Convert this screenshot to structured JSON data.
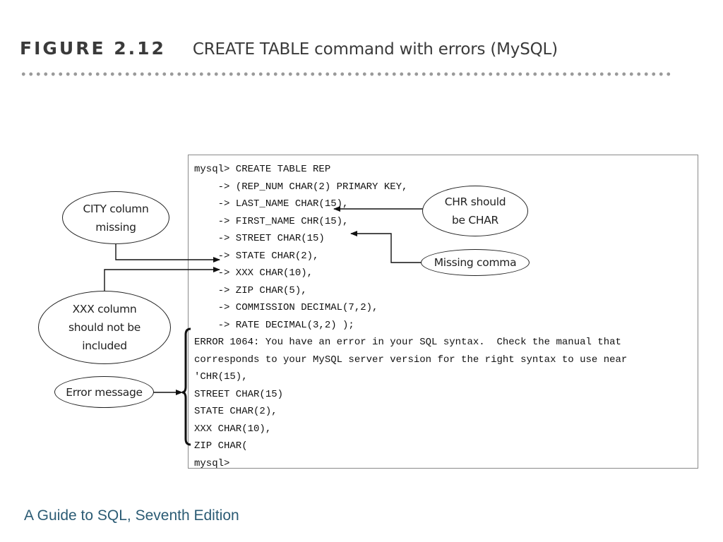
{
  "figure": {
    "number": "FIGURE 2.12",
    "title": "CREATE TABLE command with errors (MySQL)"
  },
  "console_lines": [
    "mysql> CREATE TABLE REP",
    "    -> (REP_NUM CHAR(2) PRIMARY KEY,",
    "    -> LAST_NAME CHAR(15),",
    "    -> FIRST_NAME CHR(15),",
    "    -> STREET CHAR(15)",
    "    -> STATE CHAR(2),",
    "    -> XXX CHAR(10),",
    "    -> ZIP CHAR(5),",
    "    -> COMMISSION DECIMAL(7,2),",
    "    -> RATE DECIMAL(3,2) );",
    "ERROR 1064: You have an error in your SQL syntax.  Check the manual that",
    "corresponds to your MySQL server version for the right syntax to use near",
    "'CHR(15),",
    "STREET CHAR(15)",
    "STATE CHAR(2),",
    "XXX CHAR(10),",
    "ZIP CHAR(",
    "mysql>"
  ],
  "callouts": {
    "city_missing": [
      "CITY column",
      "missing"
    ],
    "chr_should": [
      "CHR should",
      "be CHAR"
    ],
    "missing_comma": [
      "Missing comma"
    ],
    "xxx_column": [
      "XXX column",
      "should not be",
      "included"
    ],
    "error_message": [
      "Error message"
    ]
  },
  "footer": "A Guide to SQL, Seventh Edition"
}
